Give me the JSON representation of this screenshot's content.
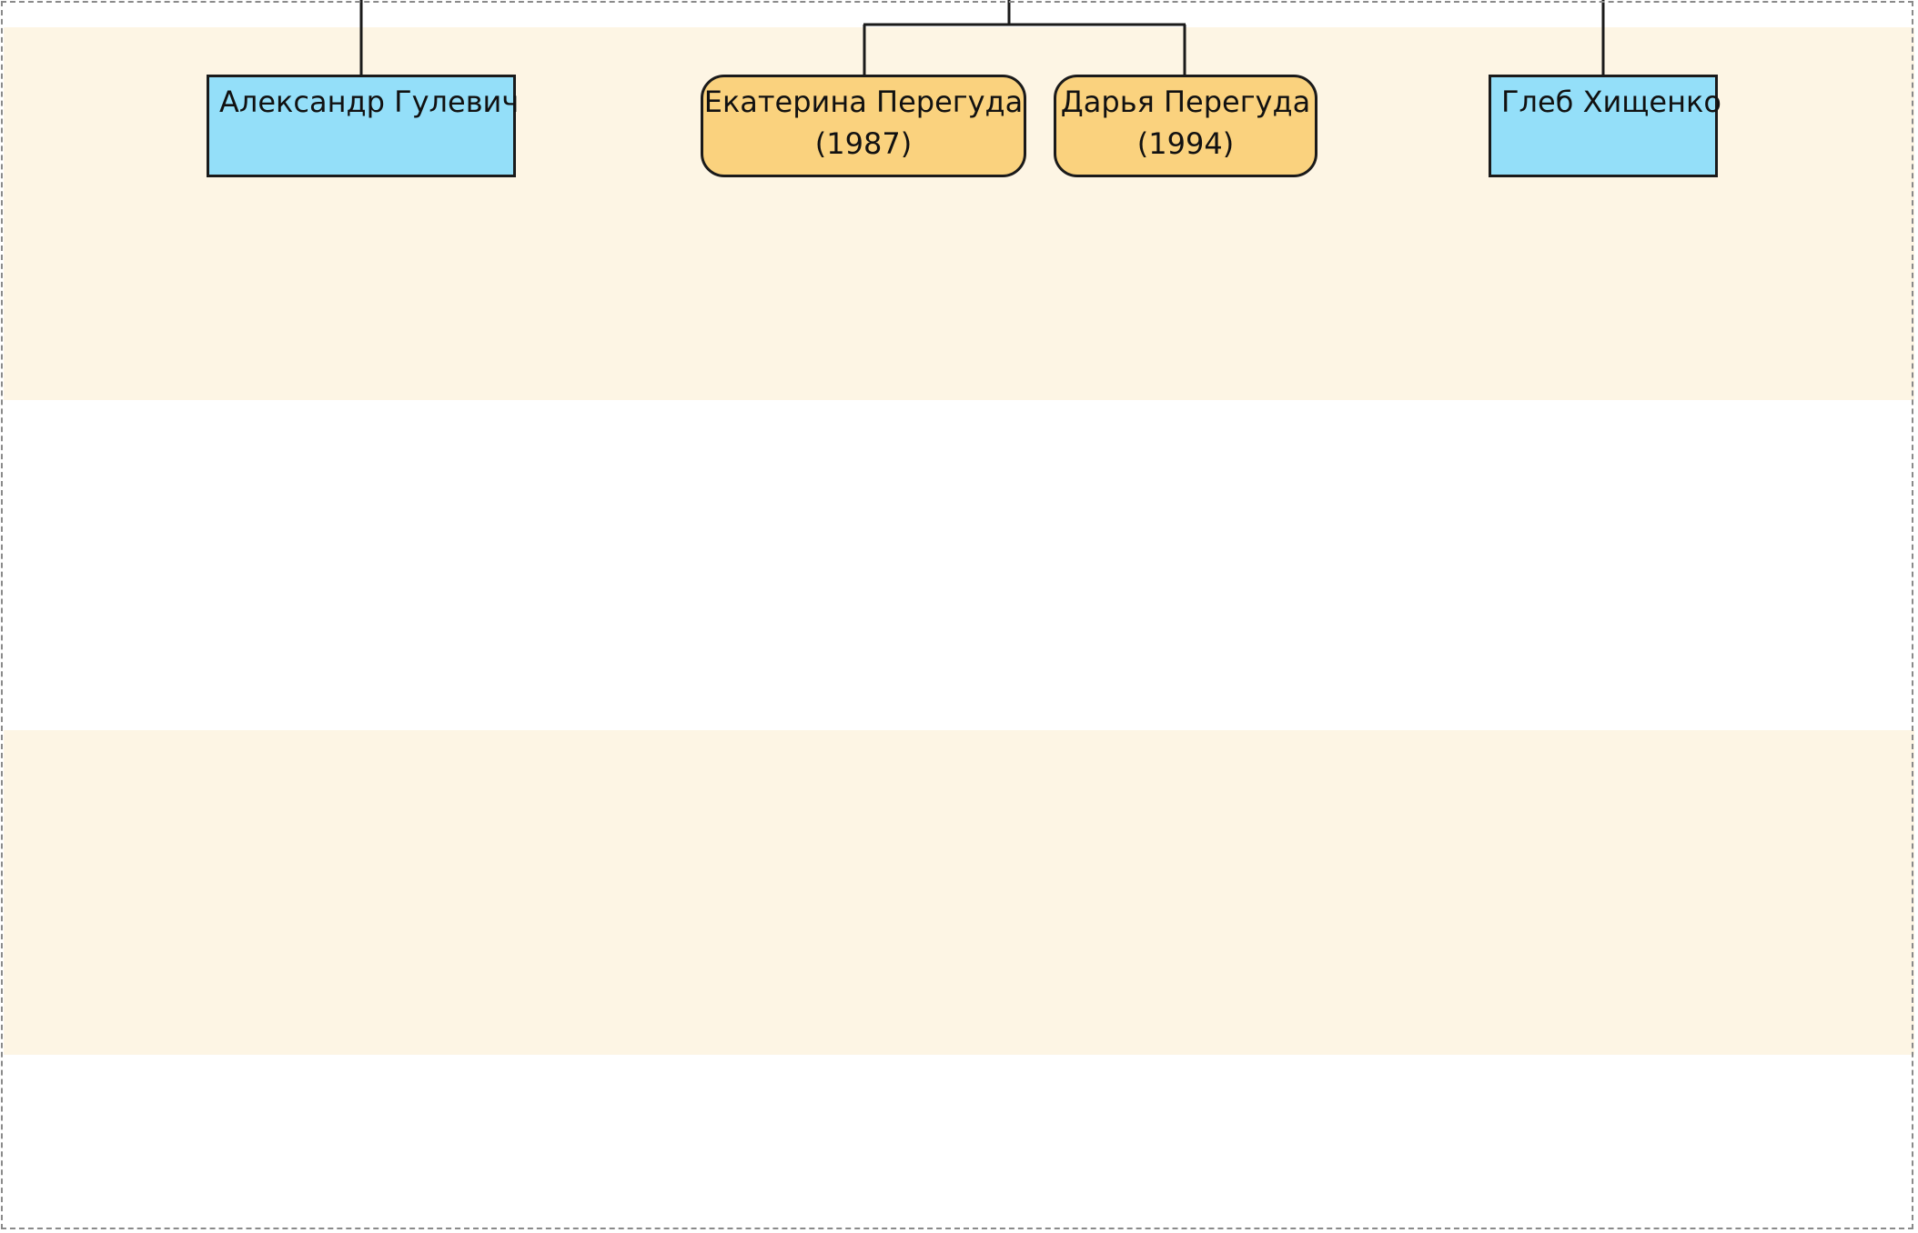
{
  "colors": {
    "band": "#fdf5e4",
    "male_fill": "#94dff9",
    "female_fill": "#fad27e",
    "line": "#1a1a1a",
    "frame": "#8a8a8a"
  },
  "people": {
    "aleksandr": {
      "name": "Александр Гулевич",
      "year": ""
    },
    "ekaterina": {
      "name": "Екатерина Перегуда",
      "year": "(1987)"
    },
    "darya": {
      "name": "Дарья Перегуда",
      "year": "(1994)"
    },
    "gleb": {
      "name": "Глеб Хищенко",
      "year": ""
    }
  }
}
